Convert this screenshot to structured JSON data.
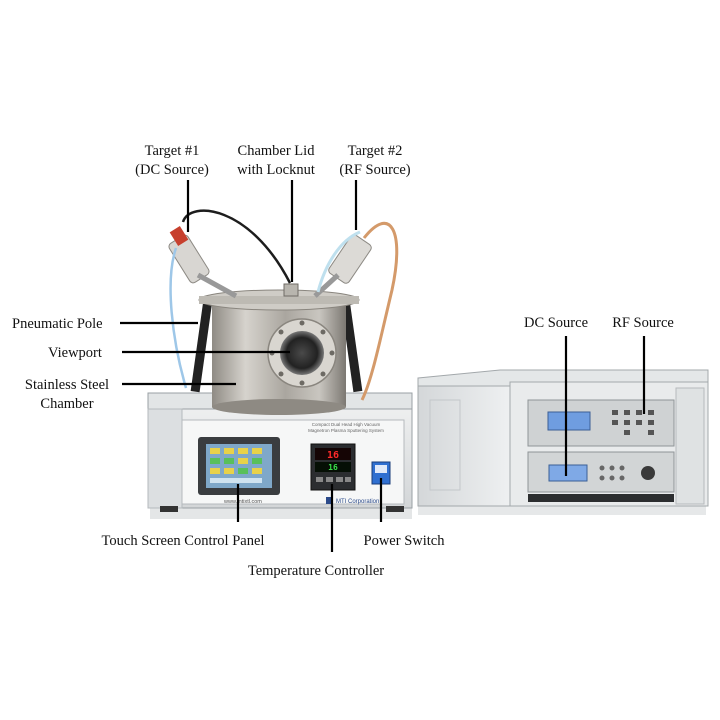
{
  "labels": {
    "target1_line1": "Target #1",
    "target1_line2": "(DC Source)",
    "lid_line1": "Chamber Lid",
    "lid_line2": "with Locknut",
    "target2_line1": "Target #2",
    "target2_line2": "(RF Source)",
    "pneumatic_pole": "Pneumatic Pole",
    "viewport": "Viewport",
    "stainless_line1": "Stainless Steel",
    "stainless_line2": "Chamber",
    "dc_source": "DC Source",
    "rf_source": "RF Source",
    "touch_screen": "Touch Screen Control Panel",
    "power_switch": "Power Switch",
    "temp_controller": "Temperature Controller"
  },
  "device": {
    "temp_display_top": "16",
    "temp_display_bottom": "16",
    "brand_text": "MTI Corporation",
    "website_text": "www.mtixtl.com",
    "panel_title_line1": "Compact Dual Head High Vacuum",
    "panel_title_line2": "Magnetron Plasma Sputtering System"
  },
  "colors": {
    "background": "#ffffff",
    "label_text": "#111111",
    "leader_line": "#000000",
    "steel": "#b7b4ad",
    "cabinet": "#e9ebec",
    "lcd_blue": "#6f9de0",
    "temp_red": "#ff2a2a",
    "switch_blue": "#2f6fd0",
    "rf_cable": "#d49a6a"
  }
}
